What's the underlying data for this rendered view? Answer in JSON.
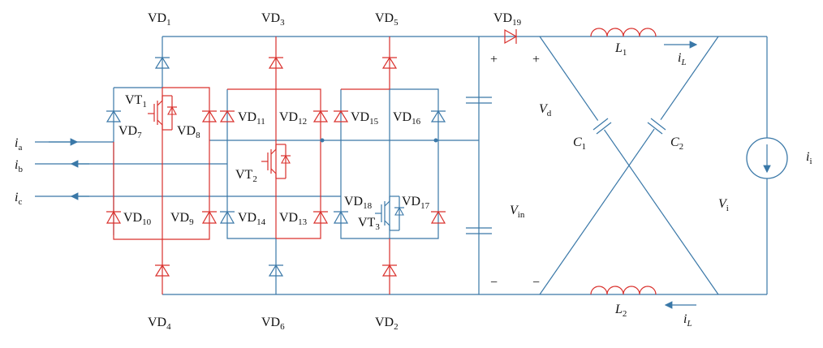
{
  "labels": {
    "vd1": {
      "base": "VD",
      "sub": "1"
    },
    "vd3": {
      "base": "VD",
      "sub": "3"
    },
    "vd5": {
      "base": "VD",
      "sub": "5"
    },
    "vd19": {
      "base": "VD",
      "sub": "19"
    },
    "vd4": {
      "base": "VD",
      "sub": "4"
    },
    "vd6": {
      "base": "VD",
      "sub": "6"
    },
    "vd2": {
      "base": "VD",
      "sub": "2"
    },
    "vt1": {
      "base": "VT",
      "sub": "1"
    },
    "vd7": {
      "base": "VD",
      "sub": "7"
    },
    "vd8": {
      "base": "VD",
      "sub": "8"
    },
    "vd11": {
      "base": "VD",
      "sub": "11"
    },
    "vd12": {
      "base": "VD",
      "sub": "12"
    },
    "vd15": {
      "base": "VD",
      "sub": "15"
    },
    "vd16": {
      "base": "VD",
      "sub": "16"
    },
    "vt2": {
      "base": "VT",
      "sub": "2"
    },
    "vd18": {
      "base": "VD",
      "sub": "18"
    },
    "vd17": {
      "base": "VD",
      "sub": "17"
    },
    "vt3": {
      "base": "VT",
      "sub": "3"
    },
    "vd10": {
      "base": "VD",
      "sub": "10"
    },
    "vd9": {
      "base": "VD",
      "sub": "9"
    },
    "vd14": {
      "base": "VD",
      "sub": "14"
    },
    "vd13": {
      "base": "VD",
      "sub": "13"
    },
    "ia": {
      "base": "i",
      "sub": "a"
    },
    "ib": {
      "base": "i",
      "sub": "b"
    },
    "ic": {
      "base": "i",
      "sub": "c"
    },
    "l1": {
      "base": "L",
      "sub": "1"
    },
    "l2": {
      "base": "L",
      "sub": "2"
    },
    "il_top": {
      "base": "i",
      "sub": "L"
    },
    "il_bot": {
      "base": "i",
      "sub": "L"
    },
    "vd_voltage": {
      "base": "V",
      "sub": "d"
    },
    "vin": {
      "base": "V",
      "sub": "in"
    },
    "c1": {
      "base": "C",
      "sub": "1"
    },
    "c2": {
      "base": "C",
      "sub": "2"
    },
    "vi": {
      "base": "V",
      "sub": "i"
    },
    "ii": {
      "base": "i",
      "sub": "i"
    },
    "plus_left": "+",
    "plus_right": "+",
    "minus_left": "−",
    "minus_right": "−"
  },
  "colors": {
    "blue": "#3a78a8",
    "red": "#d9302c",
    "black": "#222222"
  }
}
